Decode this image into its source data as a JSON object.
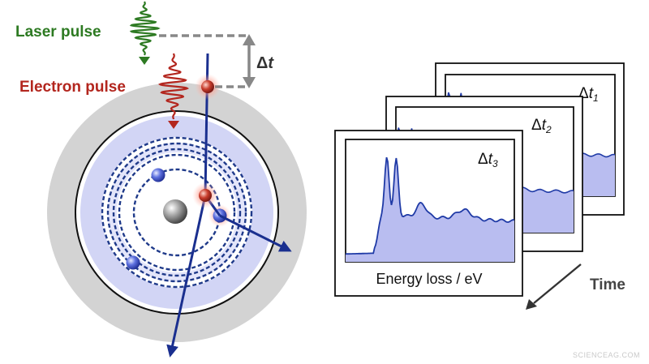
{
  "labels": {
    "laser_pulse": "Laser pulse",
    "electron_pulse": "Electron pulse",
    "delta": "Δ",
    "delta_var": "t",
    "time": "Time",
    "energy_loss": "Energy loss / eV",
    "watermark": "SCIENCEAG.COM"
  },
  "frames": [
    {
      "delta": "Δ",
      "var": "t",
      "sub": "1"
    },
    {
      "delta": "Δ",
      "var": "t",
      "sub": "2"
    },
    {
      "delta": "Δ",
      "var": "t",
      "sub": "3"
    }
  ],
  "colors": {
    "laser": "#2d7a22",
    "electron": "#b3261e",
    "beam": "#1a2f8f",
    "orbit": "#1f3a8a",
    "shell_fill": "#d2d5f5",
    "outer_ring": "#d3d3d3",
    "spectrum_fill": "#b9bdf0",
    "spectrum_line": "#1f3aa6"
  }
}
